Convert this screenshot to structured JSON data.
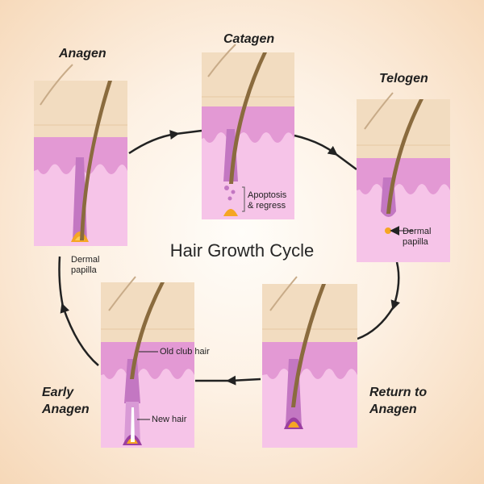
{
  "diagram": {
    "title": "Hair Growth Cycle",
    "colors": {
      "skin_top": "#f2dcc0",
      "skin_line": "#e6c8a2",
      "dermis": "#f6c4e8",
      "dermis_band": "#e399d4",
      "follicle": "#b45bb5",
      "hair": "#8a6b3e",
      "papilla": "#f5a623",
      "arrow": "#222222"
    },
    "stages": [
      {
        "id": "anagen",
        "title_lines": [
          "Anagen"
        ]
      },
      {
        "id": "catagen",
        "title_lines": [
          "Catagen"
        ]
      },
      {
        "id": "telogen",
        "title_lines": [
          "Telogen"
        ]
      },
      {
        "id": "return-to-anagen",
        "title_lines": [
          "Return to",
          "Anagen"
        ]
      },
      {
        "id": "early-anagen",
        "title_lines": [
          "Early",
          "Anagen"
        ]
      }
    ],
    "labels": {
      "anagen_papilla": [
        "Dermal",
        "papilla"
      ],
      "catagen_apoptosis": [
        "Apoptosis",
        "& regress"
      ],
      "telogen_papilla": [
        "Dermal",
        "papilla"
      ],
      "old_club_hair": "Old club hair",
      "new_hair": "New hair"
    }
  }
}
